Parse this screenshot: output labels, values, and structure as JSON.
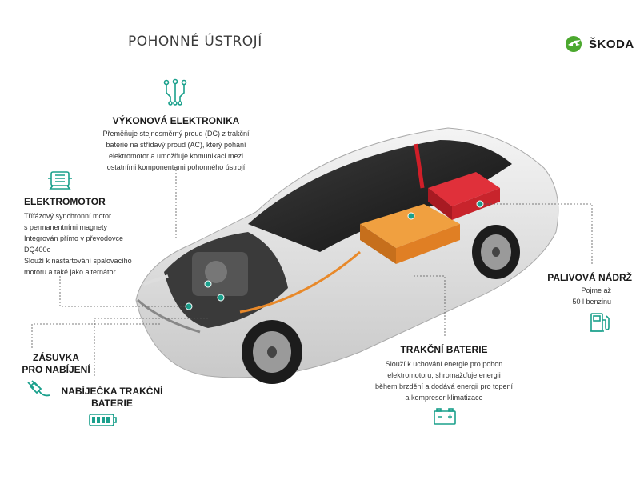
{
  "header": {
    "title": "POHONNÉ ÚSTROJÍ",
    "brand": "ŠKODA"
  },
  "components": {
    "power_electronics": {
      "heading": "VÝKONOVÁ ELEKTRONIKA",
      "lines": [
        "Přeměňuje stejnosměrný proud (DC) z trakční",
        "baterie na střídavý proud (AC), který pohání",
        "elektromotor a umožňuje komunikaci mezi",
        "ostatními komponentami pohonného ústrojí"
      ],
      "icon": "circuit-icon"
    },
    "electric_motor": {
      "heading": "ELEKTROMOTOR",
      "lines": [
        "Třífázový synchronní motor",
        "s permanentními magnety",
        "Integrován přímo v převodovce",
        "DQ400e",
        "Slouží k nastartování spalovacího",
        "motoru a také jako alternátor"
      ],
      "icon": "electric-motor-icon"
    },
    "charging_socket": {
      "heading_lines": [
        "ZÁSUVKA",
        "PRO NABÍJENÍ"
      ],
      "icon": "charging-plug-icon"
    },
    "battery_charger": {
      "heading_lines": [
        "NABÍJEČKA TRAKČNÍ",
        "BATERIE"
      ],
      "icon": "battery-level-icon"
    },
    "traction_battery": {
      "heading": "TRAKČNÍ BATERIE",
      "lines": [
        "Slouží k uchování energie pro pohon",
        "elektromotoru, shromažďuje energii",
        "během brzdění a dodává energii pro topení",
        "a kompresor klimatizace"
      ],
      "icon": "car-battery-icon"
    },
    "fuel_tank": {
      "heading": "PALIVOVÁ NÁDRŽ",
      "lines": [
        "Pojme až",
        "50 l benzinu"
      ],
      "icon": "fuel-pump-icon"
    }
  },
  "colors": {
    "accent": "#1aa08c",
    "brand_green": "#4ba82e",
    "battery": "#e8892a",
    "fuel_tank": "#d8262e"
  }
}
